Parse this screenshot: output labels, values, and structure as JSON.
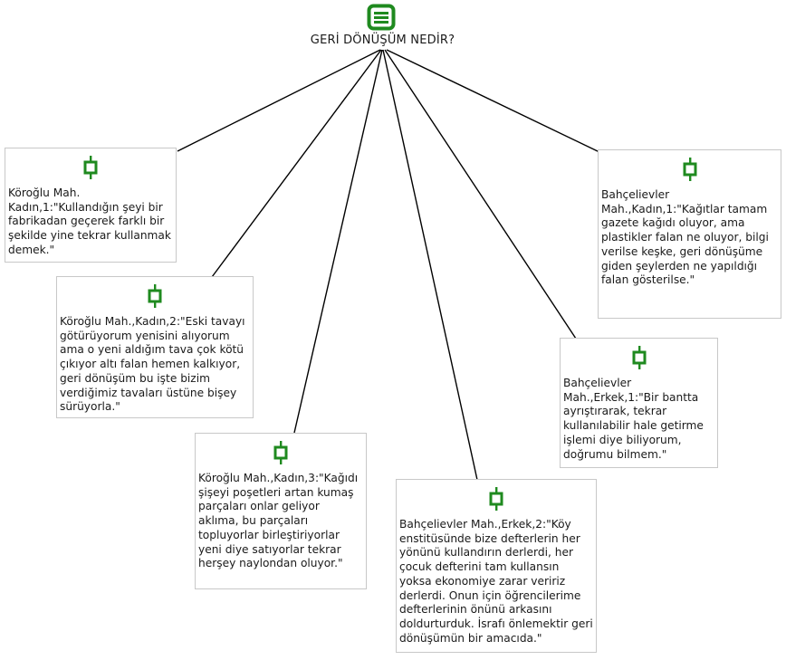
{
  "root": {
    "title": "GERİ DÖNÜŞÜM NEDİR?",
    "icon": "document-list-icon"
  },
  "nodes": [
    {
      "id": "n1",
      "icon": "code-node-icon",
      "text": "Köroğlu Mah. Kadın,1:\"Kullandığın şeyi bir fabrikadan geçerek farklı bir şekilde yine tekrar kullanmak demek.\""
    },
    {
      "id": "n2",
      "icon": "code-node-icon",
      "text": "Köroğlu Mah.,Kadın,2:\"Eski tavayı götürüyorum yenisini alıyorum ama o yeni aldığım tava çok kötü çıkıyor altı falan hemen kalkıyor, geri dönüşüm bu işte bizim verdiğimiz tavaları üstüne bişey sürüyorla.\""
    },
    {
      "id": "n3",
      "icon": "code-node-icon",
      "text": "Köroğlu Mah.,Kadın,3:\"Kağıdı şişeyi poşetleri artan kumaş parçaları onlar geliyor aklıma, bu parçaları topluyorlar birleştiriyorlar yeni diye satıyorlar tekrar herşey naylondan oluyor.\""
    },
    {
      "id": "n4",
      "icon": "code-node-icon",
      "text": "Bahçelievler Mah.,Erkek,2:\"Köy enstitüsünde bize defterlerin her yönünü kullandırın derlerdi, her çocuk defterini tam kullansın yoksa ekonomiye zarar veririz derlerdi. Onun için öğrencilerime defterlerinin önünü arkasını doldurturduk. İsrafı önlemektir geri dönüşümün bir amacıda.\""
    },
    {
      "id": "n5",
      "icon": "code-node-icon",
      "text": "Bahçelievler Mah.,Erkek,1:\"Bir bantta ayrıştırarak, tekrar kullanılabilir hale getirme işlemi diye biliyorum, doğrumu bilmem.\""
    },
    {
      "id": "n6",
      "icon": "code-node-icon",
      "text": "Bahçelievler Mah.,Kadın,1:\"Kağıtlar tamam gazete kağıdı oluyor, ama plastikler falan ne oluyor, bilgi verilse keşke, geri dönüşüme giden şeylerden ne yapıldığı falan gösterilse.\""
    }
  ],
  "colors": {
    "icon_green": "#1f8a1f",
    "line": "#000000",
    "box_border": "#c8c8c8"
  }
}
